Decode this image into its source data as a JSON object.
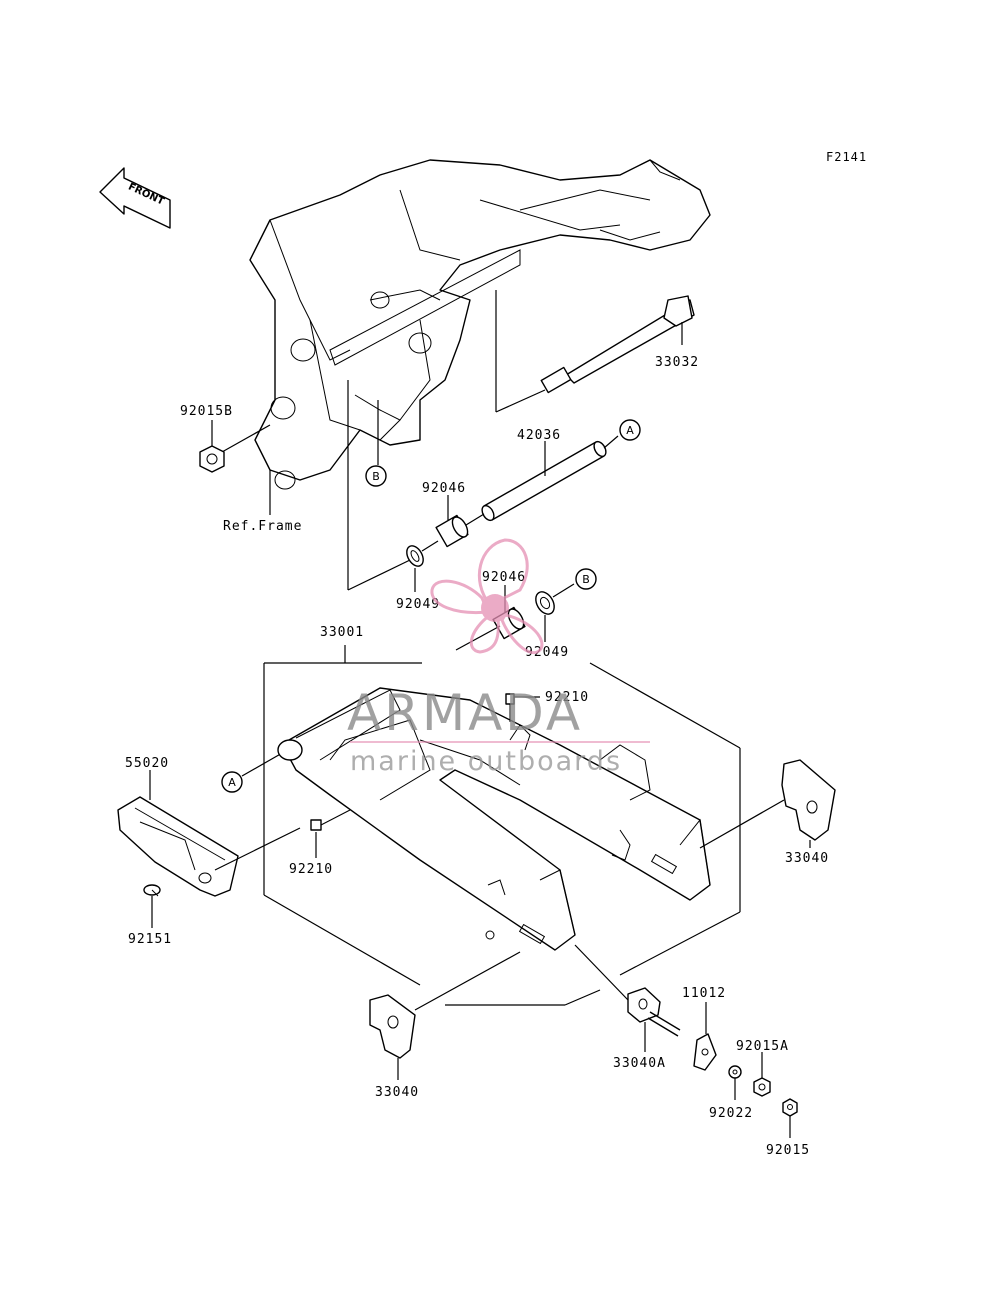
{
  "figure_code": "F2141",
  "front_label": "FRONT",
  "ref_frame_label": "Ref.Frame",
  "callouts": {
    "a": "A",
    "b": "B"
  },
  "parts": {
    "p33032": "33032",
    "p92015B": "92015B",
    "p42036": "42036",
    "p92046_upper": "92046",
    "p92049_left": "92049",
    "p92046_lower": "92046",
    "p92049_right": "92049",
    "p33001": "33001",
    "p92210_top": "92210",
    "p55020": "55020",
    "p92210_mid": "92210",
    "p92151": "92151",
    "p33040_right": "33040",
    "p11012": "11012",
    "p92015A": "92015A",
    "p33040A": "33040A",
    "p92022": "92022",
    "p33040_bottom": "33040",
    "p92015": "92015"
  },
  "watermark": {
    "title": "ARMADA",
    "subtitle": "marine outboards",
    "logo_color": "#e58fb4"
  }
}
